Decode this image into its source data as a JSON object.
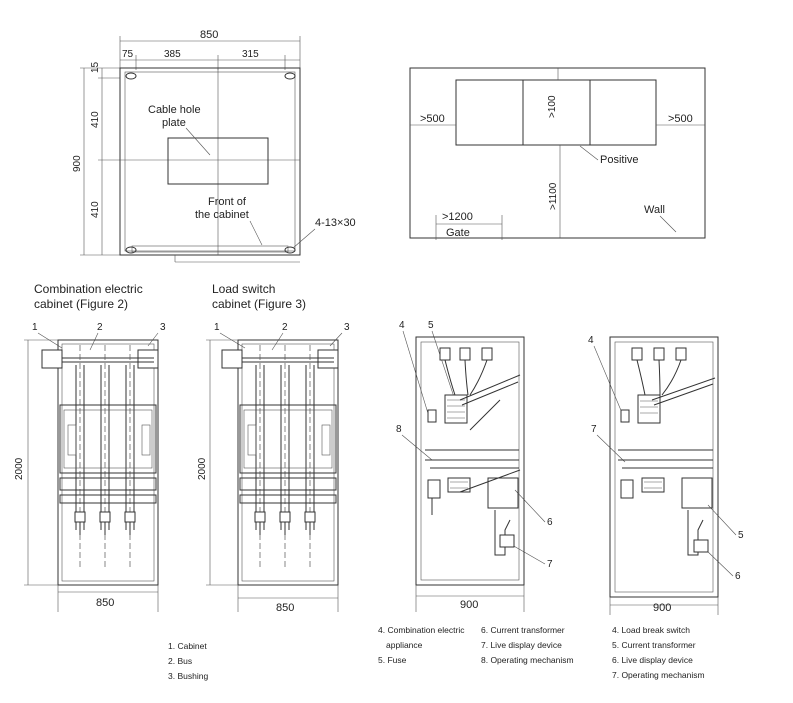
{
  "top_left_plan": {
    "dim_850": "850",
    "dim_75": "75",
    "dim_385": "385",
    "dim_315": "315",
    "dim_15": "15",
    "dim_410_top": "410",
    "dim_900": "900",
    "dim_410_bottom": "410",
    "cable_hole_l1": "Cable hole",
    "cable_hole_l2": "plate",
    "front_l1": "Front of",
    "front_l2": "the cabinet",
    "holes": "4-13×30"
  },
  "top_right_plan": {
    "gt500_left": ">500",
    "gt100": ">100",
    "gt500_right": ">500",
    "positive": "Positive",
    "gt1100": ">1100",
    "gt1200": ">1200",
    "wall": "Wall",
    "gate": "Gate"
  },
  "fig2": {
    "title_l1": "Combination electric",
    "title_l2": "cabinet (Figure 2)",
    "n1": "1",
    "n2": "2",
    "n3": "3",
    "height": "2000",
    "width": "850"
  },
  "fig3": {
    "title_l1": "Load switch",
    "title_l2": "cabinet (Figure 3)",
    "n1": "1",
    "n2": "2",
    "n3": "3",
    "height": "2000",
    "width": "850"
  },
  "side_a": {
    "n4": "4",
    "n5": "5",
    "n8": "8",
    "n6": "6",
    "n7": "7",
    "width": "900"
  },
  "side_b": {
    "n4": "4",
    "n7": "7",
    "n5": "5",
    "n6": "6",
    "width": "900"
  },
  "legend_a": [
    "1. Cabinet",
    "2. Bus",
    "3. Bushing"
  ],
  "legend_b_col1": [
    "4. Combination electric",
    "appliance",
    "5. Fuse"
  ],
  "legend_b_col2": [
    "6. Current transformer",
    "7. Live display device",
    "8. Operating mechanism"
  ],
  "legend_c": [
    "4. Load break switch",
    "5. Current transformer",
    "6. Live display device",
    "7. Operating mechanism"
  ]
}
